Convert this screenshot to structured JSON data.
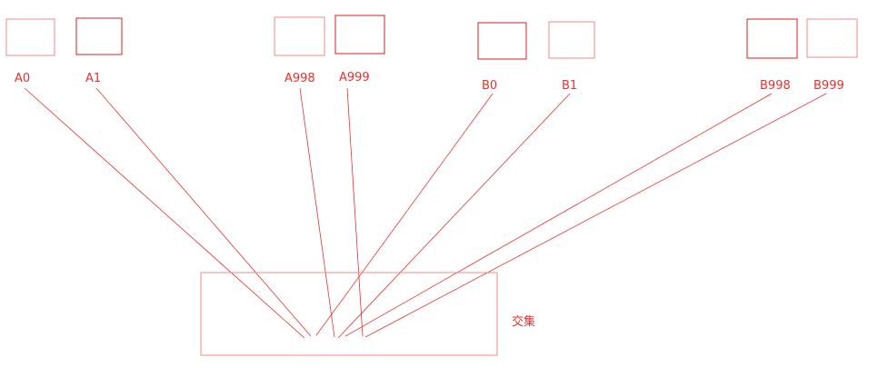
{
  "diagram": {
    "colors": {
      "line": "#e8322e",
      "box_light": "#f08a8a",
      "box_dark": "#d42020",
      "text": "#e8322e"
    },
    "nodes": [
      {
        "id": "A0",
        "label": "A0"
      },
      {
        "id": "A1",
        "label": "A1"
      },
      {
        "id": "A998",
        "label": "A998"
      },
      {
        "id": "A999",
        "label": "A999"
      },
      {
        "id": "B0",
        "label": "B0"
      },
      {
        "id": "B1",
        "label": "B1"
      },
      {
        "id": "B998",
        "label": "B998"
      },
      {
        "id": "B999",
        "label": "B999"
      }
    ],
    "target": {
      "label": "交集"
    },
    "edges": [
      {
        "from": "A0",
        "to": "交集"
      },
      {
        "from": "A1",
        "to": "交集"
      },
      {
        "from": "A998",
        "to": "交集"
      },
      {
        "from": "A999",
        "to": "交集"
      },
      {
        "from": "B0",
        "to": "交集"
      },
      {
        "from": "B1",
        "to": "交集"
      },
      {
        "from": "B998",
        "to": "交集"
      },
      {
        "from": "B999",
        "to": "交集"
      }
    ]
  }
}
